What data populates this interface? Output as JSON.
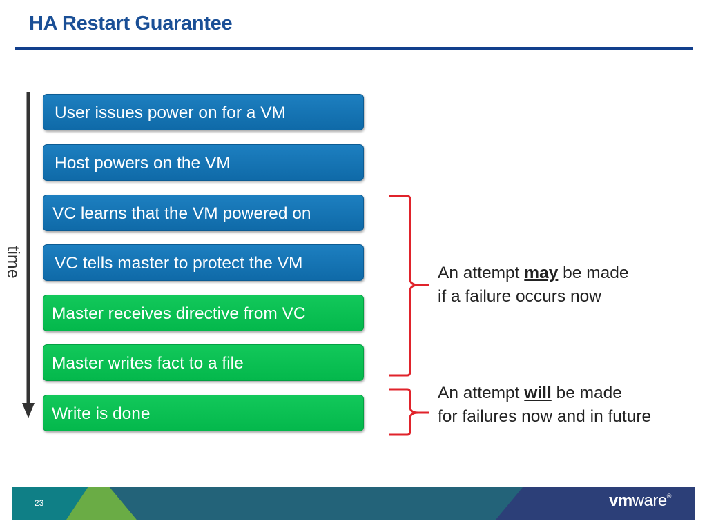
{
  "slide": {
    "title": "HA Restart Guarantee",
    "page_number": "23"
  },
  "timeline": {
    "label": "time"
  },
  "steps": [
    {
      "label": "User issues power on for a VM",
      "color": "#1477b8"
    },
    {
      "label": "Host powers on the VM",
      "color": "#1477b8"
    },
    {
      "label": "VC learns that the VM powered on",
      "color": "#1477b8"
    },
    {
      "label": "VC tells master to protect the VM",
      "color": "#1477b8"
    },
    {
      "label": "Master receives directive from VC",
      "color": "#05c150"
    },
    {
      "label": "Master writes fact to a file",
      "color": "#05c150"
    },
    {
      "label": "Write is done",
      "color": "#05c150"
    }
  ],
  "notes": [
    {
      "prefix": "An attempt ",
      "emphasis": "may",
      "suffix": " be made",
      "line2": "if a failure occurs now"
    },
    {
      "prefix": "An attempt ",
      "emphasis": "will",
      "suffix": " be made",
      "line2": "for failures now and in future"
    }
  ],
  "brace_color": "#e0232b",
  "logo": {
    "bold": "vm",
    "rest": "ware",
    "mark": "®"
  }
}
